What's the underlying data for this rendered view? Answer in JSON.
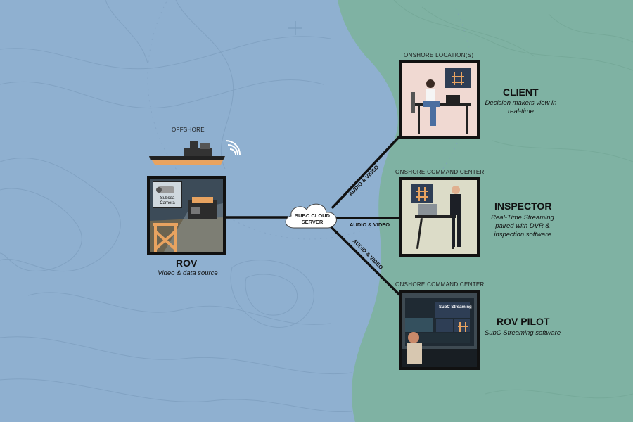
{
  "labels": {
    "offshore": "OFFSHORE",
    "onshore_locations": "ONSHORE LOCATION(S)",
    "onshore_command_center_1": "ONSHORE COMMAND CENTER",
    "onshore_command_center_2": "ONSHORE COMMAND CENTER"
  },
  "rov": {
    "title": "ROV",
    "description": "Video & data source",
    "camera_label": "Subsea Camera"
  },
  "cloud": {
    "line1": "SUBC CLOUD",
    "line2": "SERVER"
  },
  "links": {
    "client": "AUDIO & VIDEO",
    "inspector": "AUDIO & VIDEO",
    "pilot": "AUDIO & VIDEO"
  },
  "client": {
    "title": "CLIENT",
    "description": "Decision makers view in real-time"
  },
  "inspector": {
    "title": "INSPECTOR",
    "description": "Real-Time Streaming paired with DVR & inspection software"
  },
  "pilot": {
    "title": "ROV PILOT",
    "description": "SubC Streaming software",
    "screen_title": "SubC Streaming"
  },
  "colors": {
    "ocean": "#8fb0d0",
    "land": "#7fb2a3",
    "client_bg": "#f0d9d2",
    "inspector_bg": "#dcdcc8",
    "pilot_bg": "#3e4a52",
    "line": "#111111",
    "accent_orange": "#e8a360"
  }
}
